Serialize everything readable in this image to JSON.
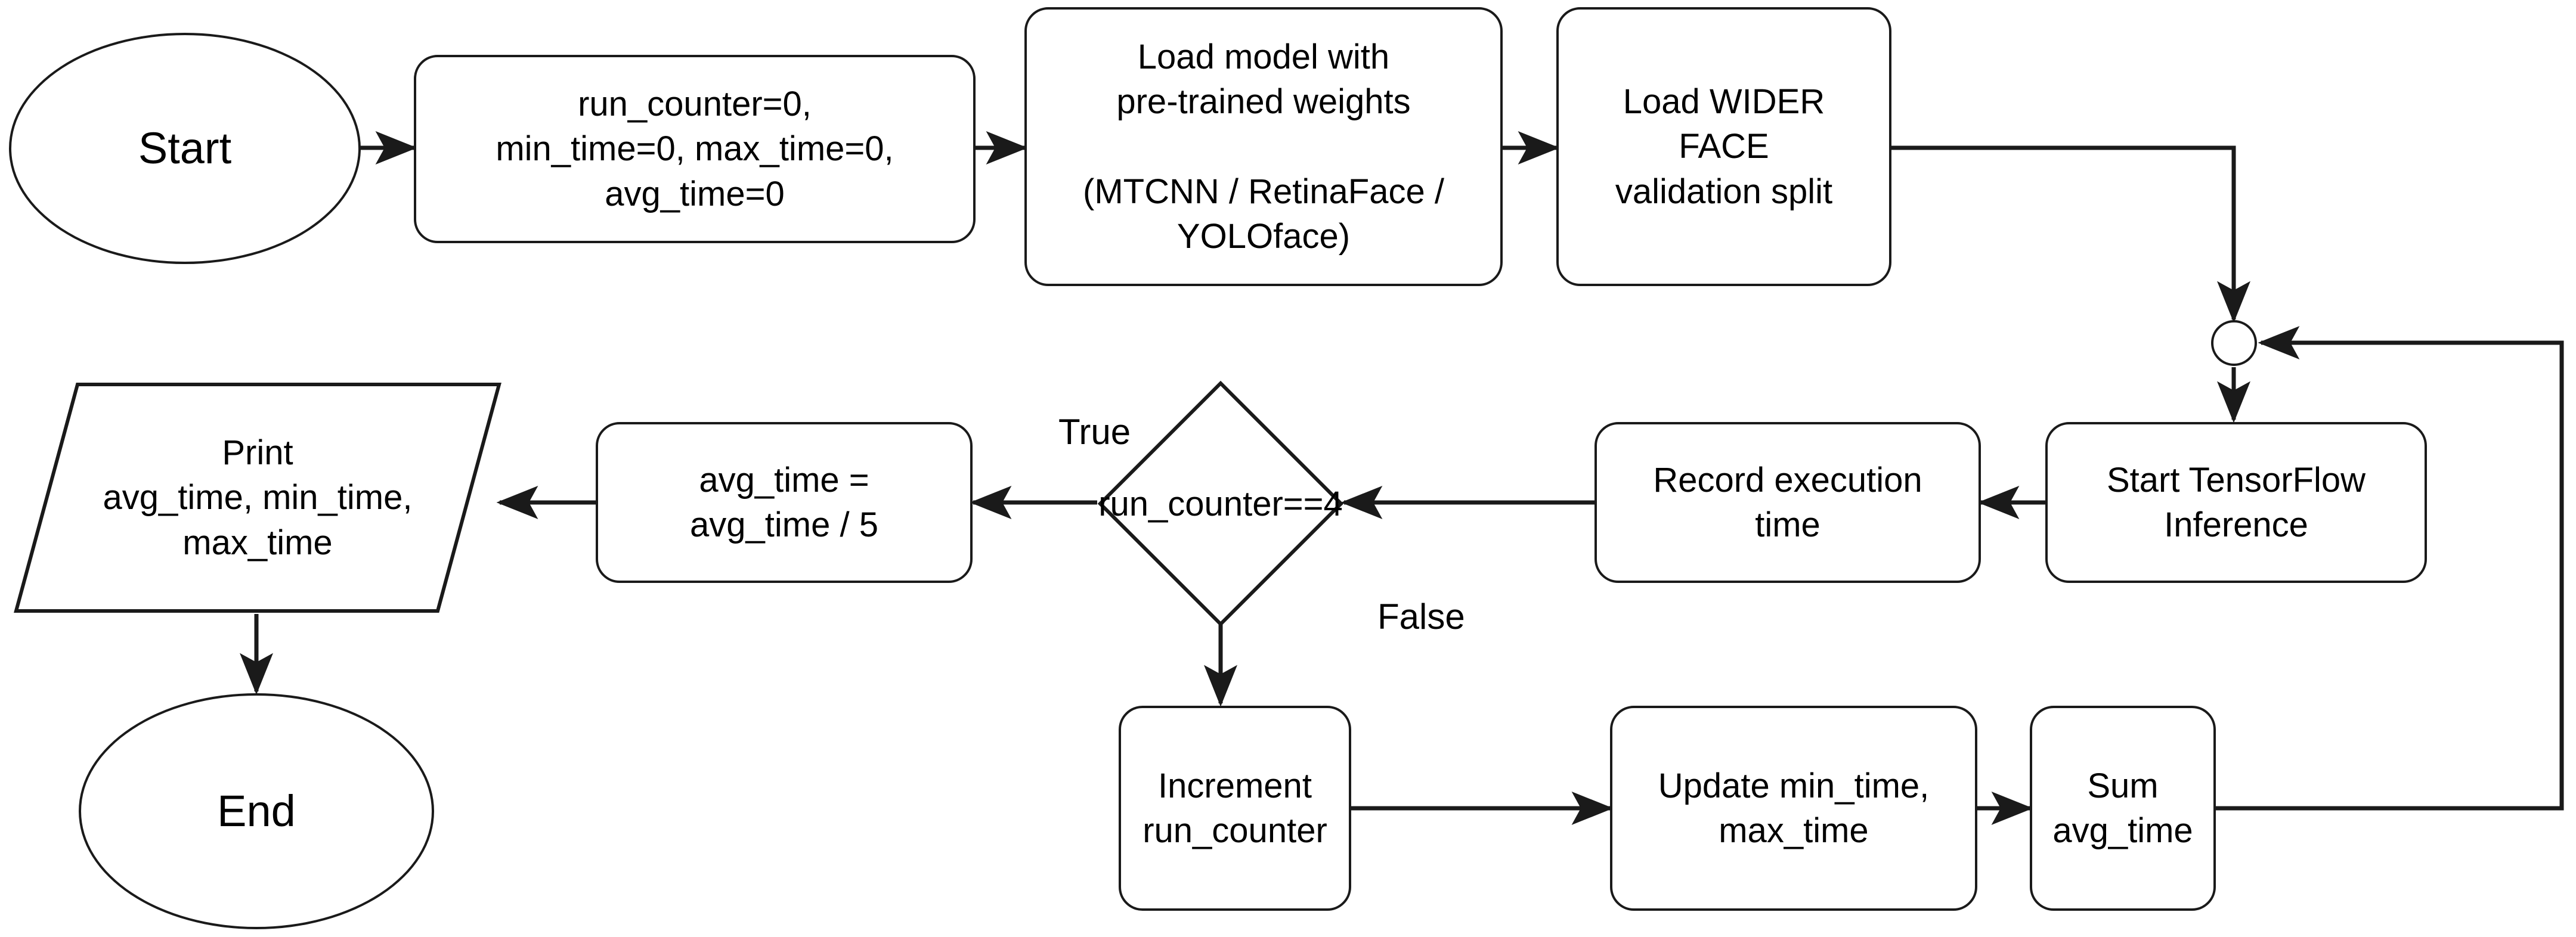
{
  "diagram": {
    "type": "flowchart",
    "title": "Face detection benchmark timing flowchart",
    "colors": {
      "stroke": "#1a1a1a",
      "fill": "#ffffff",
      "text": "#000000",
      "background": "#ffffff"
    },
    "nodes": [
      {
        "id": "start",
        "shape": "ellipse",
        "label": "Start"
      },
      {
        "id": "init",
        "shape": "process",
        "label": "run_counter=0,\nmin_time=0, max_time=0,\navg_time=0"
      },
      {
        "id": "load_model",
        "shape": "process",
        "label": "Load model with\npre-trained weights\n\n(MTCNN / RetinaFace /\nYOLOface)"
      },
      {
        "id": "load_data",
        "shape": "process",
        "label": "Load WIDER\nFACE\nvalidation split"
      },
      {
        "id": "junction",
        "shape": "connector",
        "label": ""
      },
      {
        "id": "start_infer",
        "shape": "process",
        "label": "Start TensorFlow\nInference"
      },
      {
        "id": "record_time",
        "shape": "process",
        "label": "Record execution\ntime"
      },
      {
        "id": "decision",
        "shape": "diamond",
        "label": "run_counter==4"
      },
      {
        "id": "avg",
        "shape": "process",
        "label": "avg_time =\navg_time / 5"
      },
      {
        "id": "print",
        "shape": "parallelogram",
        "label": "Print\navg_time, min_time,\nmax_time"
      },
      {
        "id": "end",
        "shape": "ellipse",
        "label": "End"
      },
      {
        "id": "increment",
        "shape": "process",
        "label": "Increment\nrun_counter"
      },
      {
        "id": "update",
        "shape": "process",
        "label": "Update min_time,\nmax_time"
      },
      {
        "id": "sum",
        "shape": "process",
        "label": "Sum avg_time"
      }
    ],
    "edges": [
      {
        "from": "start",
        "to": "init",
        "label": ""
      },
      {
        "from": "init",
        "to": "load_model",
        "label": ""
      },
      {
        "from": "load_model",
        "to": "load_data",
        "label": ""
      },
      {
        "from": "load_data",
        "to": "junction",
        "label": ""
      },
      {
        "from": "junction",
        "to": "start_infer",
        "label": ""
      },
      {
        "from": "start_infer",
        "to": "record_time",
        "label": ""
      },
      {
        "from": "record_time",
        "to": "decision",
        "label": ""
      },
      {
        "from": "decision",
        "to": "avg",
        "label": "True"
      },
      {
        "from": "decision",
        "to": "increment",
        "label": "False"
      },
      {
        "from": "avg",
        "to": "print",
        "label": ""
      },
      {
        "from": "print",
        "to": "end",
        "label": ""
      },
      {
        "from": "increment",
        "to": "update",
        "label": ""
      },
      {
        "from": "update",
        "to": "sum",
        "label": ""
      },
      {
        "from": "sum",
        "to": "junction",
        "label": ""
      }
    ],
    "edge_labels": {
      "decision_true": "True",
      "decision_false": "False"
    }
  }
}
